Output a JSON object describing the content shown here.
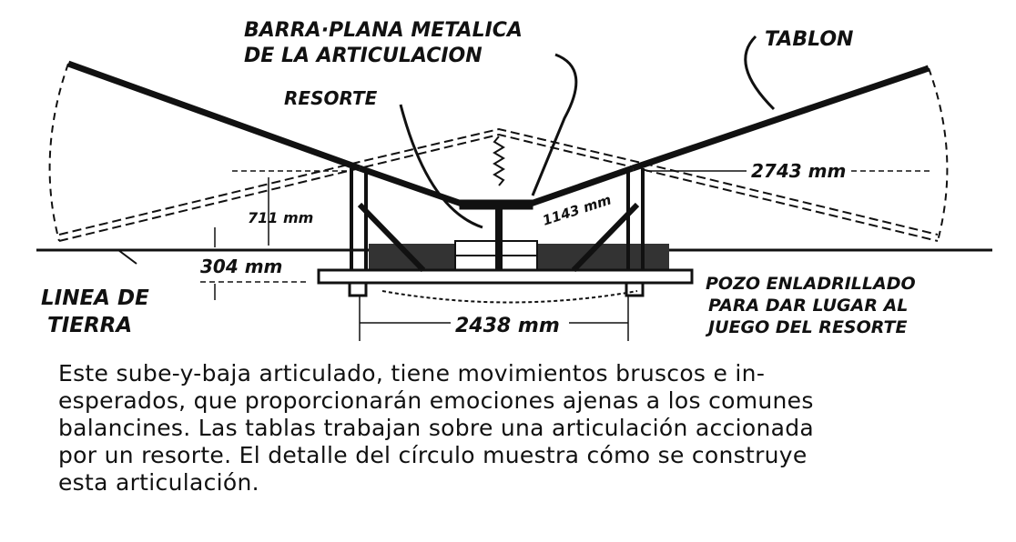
{
  "labels": {
    "bar_line1": "BARRA·PLANA METALICA",
    "bar_line2": "DE LA ARTICULACION",
    "spring": "RESORTE",
    "plank": "TABLON",
    "dim_711": "711 mm",
    "dim_304": "304 mm",
    "dim_1143": "1143 mm",
    "dim_2743": "2743 mm",
    "dim_2438": "2438 mm",
    "ground_line1": "LINEA DE",
    "ground_line2": "TIERRA",
    "pit_line1": "POZO ENLADRILLADO",
    "pit_line2": "PARA DAR LUGAR AL",
    "pit_line3": "JUEGO DEL RESORTE"
  },
  "caption": {
    "lines": [
      "Este sube-y-baja articulado, tiene movimientos bruscos e in-",
      "esperados, que proporcionarán emociones ajenas a los comunes",
      "balancines. Las tablas trabajan sobre una articulación accionada",
      "por un resorte. El detalle del círculo muestra cómo se construye",
      "esta articulación."
    ]
  }
}
